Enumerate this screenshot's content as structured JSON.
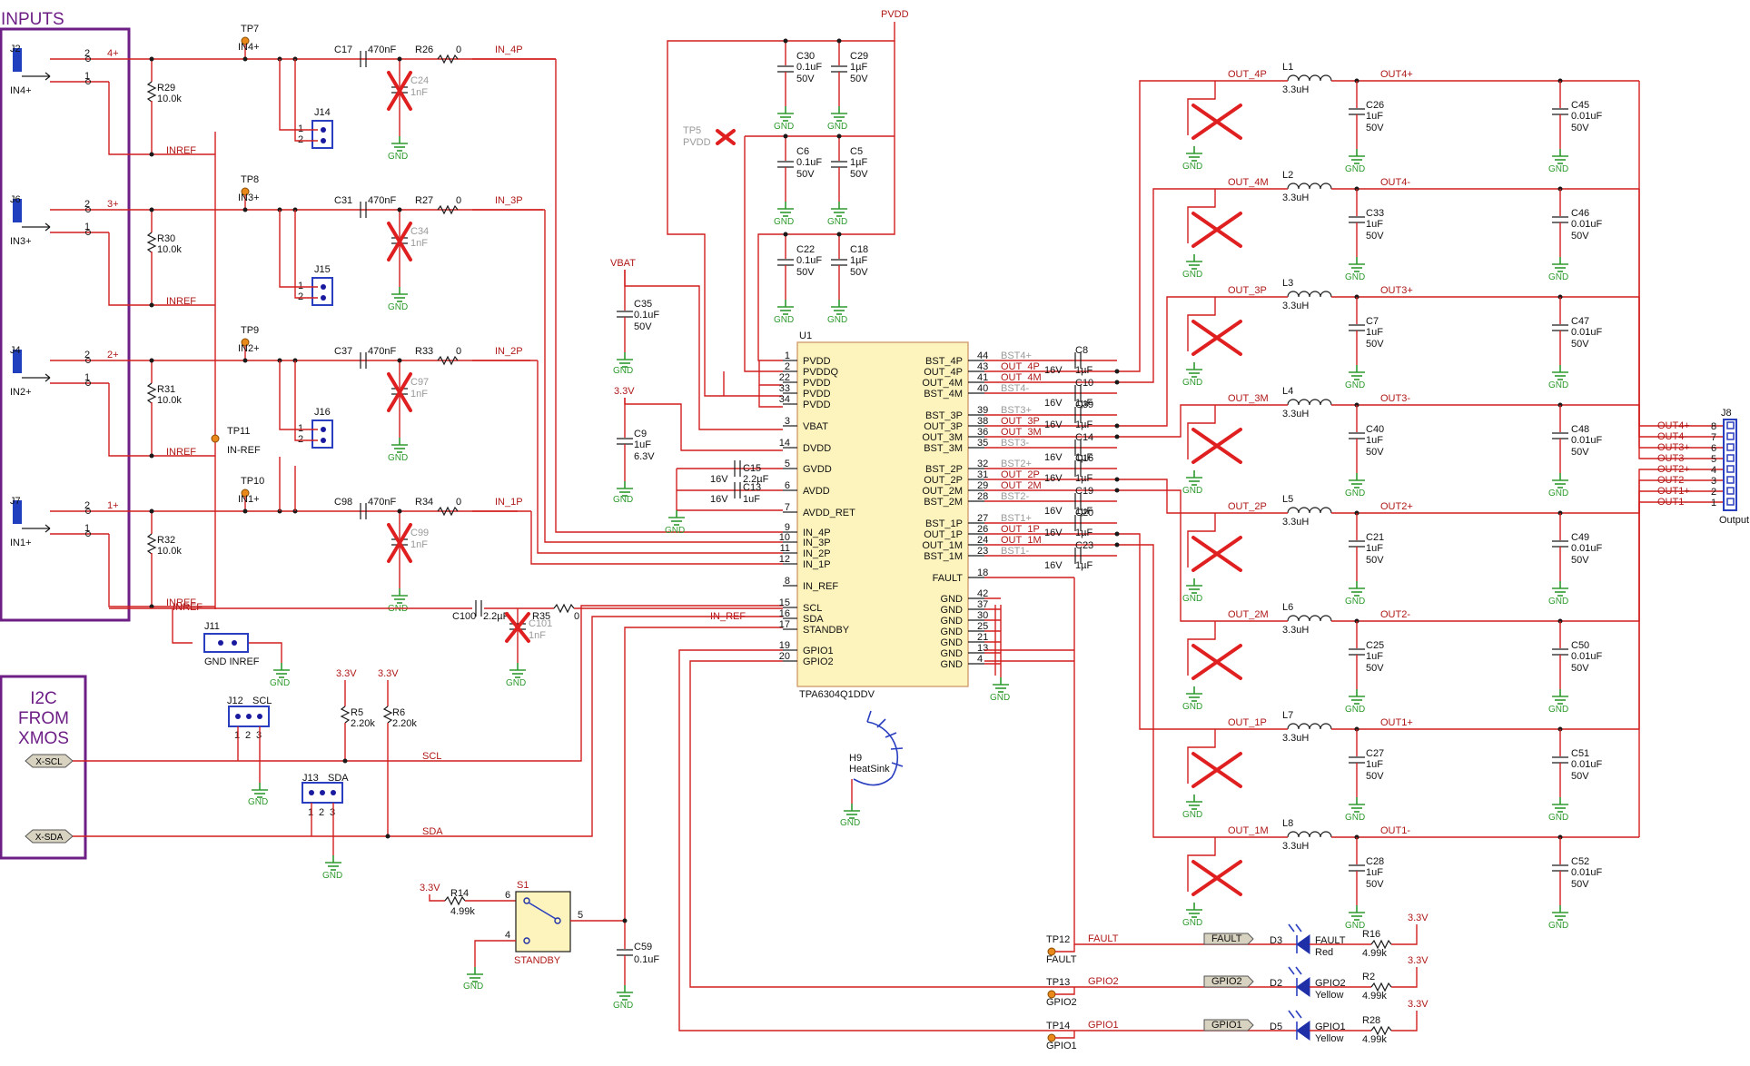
{
  "blocks": {
    "inputs": "INPUTS",
    "i2c": [
      "I2C",
      "FROM",
      "XMOS"
    ]
  },
  "connectors": {
    "inputs": [
      {
        "ref": "J2",
        "name": "IN4+",
        "net": "4+"
      },
      {
        "ref": "J6",
        "name": "IN3+",
        "net": "3+"
      },
      {
        "ref": "J4",
        "name": "IN2+",
        "net": "2+"
      },
      {
        "ref": "J7",
        "name": "IN1+",
        "net": "1+"
      }
    ],
    "pin_labels": [
      "2",
      "1"
    ],
    "output": {
      "ref": "J8",
      "name": "Output",
      "pins": [
        "8",
        "7",
        "6",
        "5",
        "4",
        "3",
        "2",
        "1"
      ],
      "nets": [
        "OUT4+",
        "OUT4-",
        "OUT3+",
        "OUT3-",
        "OUT2+",
        "OUT2-",
        "OUT1+",
        "OUT1-"
      ]
    }
  },
  "input_channels": [
    {
      "r_bias": "R29",
      "r_val": "10.0k",
      "tp": "TP7",
      "tp_name": "IN4+",
      "cap": "C17",
      "cap_val": "470nF",
      "r_ser": "R26",
      "r_ser_val": "0",
      "net": "IN_4P",
      "dnp_cap": "C24",
      "dnp_val": "1nF",
      "inref": "INREF",
      "jumper": "J14"
    },
    {
      "r_bias": "R30",
      "r_val": "10.0k",
      "tp": "TP8",
      "tp_name": "IN3+",
      "cap": "C31",
      "cap_val": "470nF",
      "r_ser": "R27",
      "r_ser_val": "0",
      "net": "IN_3P",
      "dnp_cap": "C34",
      "dnp_val": "1nF",
      "inref": "INREF",
      "jumper": "J15"
    },
    {
      "r_bias": "R31",
      "r_val": "10.0k",
      "tp": "TP9",
      "tp_name": "IN2+",
      "cap": "C37",
      "cap_val": "470nF",
      "r_ser": "R33",
      "r_ser_val": "0",
      "net": "IN_2P",
      "dnp_cap": "C97",
      "dnp_val": "1nF",
      "inref": "INREF",
      "jumper": "J16"
    },
    {
      "r_bias": "R32",
      "r_val": "10.0k",
      "tp": "TP10",
      "tp_name": "IN1+",
      "cap": "C98",
      "cap_val": "470nF",
      "r_ser": "R34",
      "r_ser_val": "0",
      "net": "IN_1P",
      "dnp_cap": "C99",
      "dnp_val": "1nF",
      "inref": "INREF",
      "jumper": ""
    }
  ],
  "inref_block": {
    "tp": "TP11",
    "tp_name": "IN-REF",
    "cap": "C100",
    "cap_val": "2.2µF",
    "r": "R35",
    "r_val": "0",
    "net": "IN_REF",
    "dnp": "C101",
    "dnp_val": "1nF",
    "jumper": "J11",
    "jumper_label": "GND INREF",
    "net_label": "INREF"
  },
  "gnd_label": "GND",
  "supplies": {
    "pvdd": "PVDD",
    "vbat": "VBAT",
    "v33": "3.3V",
    "tp_pvdd": "TP5",
    "tp_pvdd_name": "PVDD"
  },
  "pvdd_caps": [
    {
      "ref": "C30",
      "v1": "0.1uF",
      "v2": "50V"
    },
    {
      "ref": "C29",
      "v1": "1µF",
      "v2": "50V"
    },
    {
      "ref": "C6",
      "v1": "0.1uF",
      "v2": "50V"
    },
    {
      "ref": "C5",
      "v1": "1µF",
      "v2": "50V"
    },
    {
      "ref": "C22",
      "v1": "0.1uF",
      "v2": "50V"
    },
    {
      "ref": "C18",
      "v1": "1µF",
      "v2": "50V"
    }
  ],
  "misc_caps": [
    {
      "ref": "C35",
      "v1": "0.1uF",
      "v2": "50V"
    },
    {
      "ref": "C9",
      "v1": "1uF",
      "v2": "6.3V"
    },
    {
      "ref": "C15",
      "v1": "2.2µF",
      "v2": "16V"
    },
    {
      "ref": "C13",
      "v1": "1uF",
      "v2": "16V"
    },
    {
      "ref": "C59",
      "v1": "0.1uF",
      "v2": ""
    }
  ],
  "ic": {
    "ref": "U1",
    "part": "TPA6304Q1DDV",
    "left_pins": [
      {
        "num": "1",
        "name": "PVDD"
      },
      {
        "num": "2",
        "name": "PVDDQ"
      },
      {
        "num": "22",
        "name": "PVDD"
      },
      {
        "num": "33",
        "name": "PVDD"
      },
      {
        "num": "34",
        "name": "PVDD"
      },
      {
        "num": "3",
        "name": "VBAT"
      },
      {
        "num": "14",
        "name": "DVDD"
      },
      {
        "num": "5",
        "name": "GVDD"
      },
      {
        "num": "6",
        "name": "AVDD"
      },
      {
        "num": "7",
        "name": "AVDD_RET"
      },
      {
        "num": "9",
        "name": "IN_4P"
      },
      {
        "num": "10",
        "name": "IN_3P"
      },
      {
        "num": "11",
        "name": "IN_2P"
      },
      {
        "num": "12",
        "name": "IN_1P"
      },
      {
        "num": "8",
        "name": "IN_REF"
      },
      {
        "num": "15",
        "name": "SCL"
      },
      {
        "num": "16",
        "name": "SDA"
      },
      {
        "num": "17",
        "name": "STANDBY"
      },
      {
        "num": "19",
        "name": "GPIO1"
      },
      {
        "num": "20",
        "name": "GPIO2"
      }
    ],
    "right_pins": [
      {
        "num": "44",
        "name": "BST_4P"
      },
      {
        "num": "43",
        "name": "OUT_4P"
      },
      {
        "num": "41",
        "name": "OUT_4M"
      },
      {
        "num": "40",
        "name": "BST_4M"
      },
      {
        "num": "39",
        "name": "BST_3P"
      },
      {
        "num": "38",
        "name": "OUT_3P"
      },
      {
        "num": "36",
        "name": "OUT_3M"
      },
      {
        "num": "35",
        "name": "BST_3M"
      },
      {
        "num": "32",
        "name": "BST_2P"
      },
      {
        "num": "31",
        "name": "OUT_2P"
      },
      {
        "num": "29",
        "name": "OUT_2M"
      },
      {
        "num": "28",
        "name": "BST_2M"
      },
      {
        "num": "27",
        "name": "BST_1P"
      },
      {
        "num": "26",
        "name": "OUT_1P"
      },
      {
        "num": "24",
        "name": "OUT_1M"
      },
      {
        "num": "23",
        "name": "BST_1M"
      },
      {
        "num": "18",
        "name": "FAULT"
      },
      {
        "num": "42",
        "name": "GND"
      },
      {
        "num": "37",
        "name": "GND"
      },
      {
        "num": "30",
        "name": "GND"
      },
      {
        "num": "25",
        "name": "GND"
      },
      {
        "num": "21",
        "name": "GND"
      },
      {
        "num": "13",
        "name": "GND"
      },
      {
        "num": "4",
        "name": "GND"
      }
    ]
  },
  "bst_nets": [
    "BST4+",
    "OUT_4P",
    "OUT_4M",
    "BST4-",
    "BST3+",
    "OUT_3P",
    "OUT_3M",
    "BST3-",
    "BST2+",
    "OUT_2P",
    "OUT_2M",
    "BST2-",
    "BST1+",
    "OUT_1P",
    "OUT_1M",
    "BST1-"
  ],
  "bst_caps": [
    {
      "ref": "C8",
      "v": "1µF",
      "volt": "16V"
    },
    {
      "ref": "C10",
      "v": "1µF",
      "volt": "16V"
    },
    {
      "ref": "C39",
      "v": "1µF",
      "volt": "16V"
    },
    {
      "ref": "C14",
      "v": "1µF",
      "volt": "16V"
    },
    {
      "ref": "C16",
      "v": "1µF",
      "volt": "16V"
    },
    {
      "ref": "C19",
      "v": "1µF",
      "volt": "16V"
    },
    {
      "ref": "C20",
      "v": "1µF",
      "volt": "16V"
    },
    {
      "ref": "C23",
      "v": "1µF",
      "volt": "16V"
    }
  ],
  "output_filters": [
    {
      "net_in": "OUT_4P",
      "l": "L1",
      "l_val": "3.3uH",
      "net_out": "OUT4+",
      "c": "C26",
      "cv": [
        "1uF",
        "50V"
      ],
      "ce": "C45",
      "cev": [
        "0.01uF",
        "50V"
      ]
    },
    {
      "net_in": "OUT_4M",
      "l": "L2",
      "l_val": "3.3uH",
      "net_out": "OUT4-",
      "c": "C33",
      "cv": [
        "1uF",
        "50V"
      ],
      "ce": "C46",
      "cev": [
        "0.01uF",
        "50V"
      ]
    },
    {
      "net_in": "OUT_3P",
      "l": "L3",
      "l_val": "3.3uH",
      "net_out": "OUT3+",
      "c": "C7",
      "cv": [
        "1uF",
        "50V"
      ],
      "ce": "C47",
      "cev": [
        "0.01uF",
        "50V"
      ]
    },
    {
      "net_in": "OUT_3M",
      "l": "L4",
      "l_val": "3.3uH",
      "net_out": "OUT3-",
      "c": "C40",
      "cv": [
        "1uF",
        "50V"
      ],
      "ce": "C48",
      "cev": [
        "0.01uF",
        "50V"
      ]
    },
    {
      "net_in": "OUT_2P",
      "l": "L5",
      "l_val": "3.3uH",
      "net_out": "OUT2+",
      "c": "C21",
      "cv": [
        "1uF",
        "50V"
      ],
      "ce": "C49",
      "cev": [
        "0.01uF",
        "50V"
      ]
    },
    {
      "net_in": "OUT_2M",
      "l": "L6",
      "l_val": "3.3uH",
      "net_out": "OUT2-",
      "c": "C25",
      "cv": [
        "1uF",
        "50V"
      ],
      "ce": "C50",
      "cev": [
        "0.01uF",
        "50V"
      ]
    },
    {
      "net_in": "OUT_1P",
      "l": "L7",
      "l_val": "3.3uH",
      "net_out": "OUT1+",
      "c": "C27",
      "cv": [
        "1uF",
        "50V"
      ],
      "ce": "C51",
      "cev": [
        "0.01uF",
        "50V"
      ]
    },
    {
      "net_in": "OUT_1M",
      "l": "L8",
      "l_val": "3.3uH",
      "net_out": "OUT1-",
      "c": "C28",
      "cv": [
        "1uF",
        "50V"
      ],
      "ce": "C52",
      "cev": [
        "0.01uF",
        "50V"
      ]
    }
  ],
  "i2c": {
    "j12": "J12",
    "j12_label": "SCL",
    "j13": "J13",
    "j13_label": "SDA",
    "x_scl": "X-SCL",
    "x_sda": "X-SDA",
    "scl": "SCL",
    "sda": "SDA",
    "r5": "R5",
    "r5_val": "2.20k",
    "r6": "R6",
    "r6_val": "2.20k",
    "pins": [
      "1",
      "2",
      "3"
    ]
  },
  "standby": {
    "r": "R14",
    "r_val": "4.99k",
    "sw": "S1",
    "sw_label": "STANDBY",
    "pins": [
      "6",
      "4",
      "5"
    ],
    "net": "STANDBY"
  },
  "heatsink": {
    "ref": "H9",
    "name": "HeatSink"
  },
  "leds": [
    {
      "tp": "TP12",
      "tp_name": "FAULT",
      "net": "FAULT",
      "flag": "FAULT",
      "d": "D3",
      "d_name": "FAULT",
      "color": "Red",
      "r": "R16",
      "r_val": "4.99k"
    },
    {
      "tp": "TP13",
      "tp_name": "GPIO2",
      "net": "GPIO2",
      "flag": "GPIO2",
      "d": "D2",
      "d_name": "GPIO2",
      "color": "Yellow",
      "r": "R2",
      "r_val": "4.99k"
    },
    {
      "tp": "TP14",
      "tp_name": "GPIO1",
      "net": "GPIO1",
      "flag": "GPIO1",
      "d": "D5",
      "d_name": "GPIO1",
      "color": "Yellow",
      "r": "R28",
      "r_val": "4.99k"
    }
  ],
  "colors": {
    "wire": "#d21f1f",
    "component": "#1a1a1a",
    "ground": "#2e9a2e",
    "part_blue": "#2a3fbf",
    "chip_fill": "#fdf3bc",
    "block_border": "#6d1f86",
    "testpoint": "#e8891a",
    "dnp_cross": "#e02020"
  }
}
